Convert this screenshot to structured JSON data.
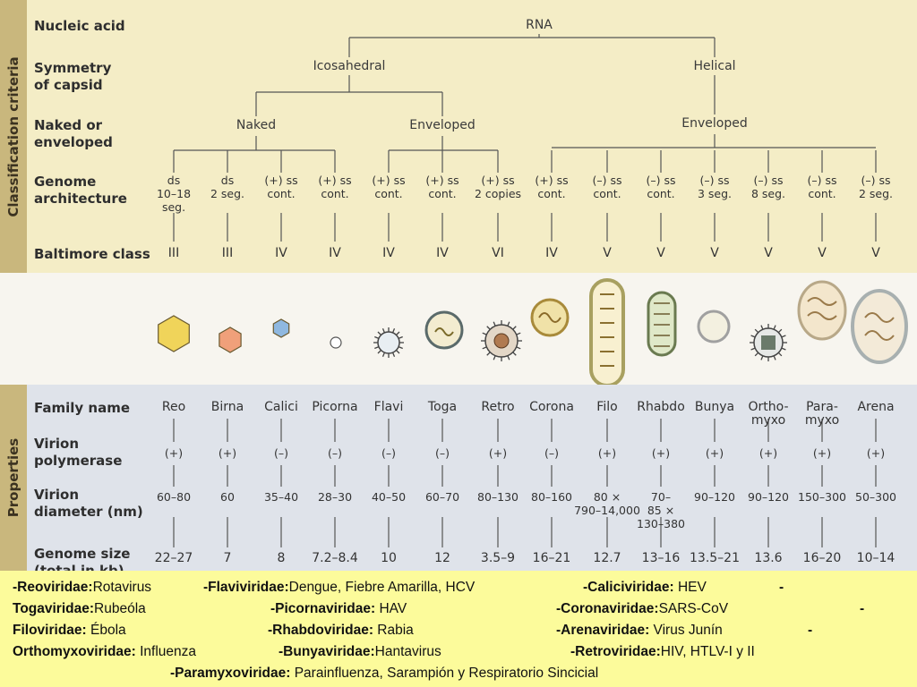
{
  "side_labels": {
    "classification": "Classification criteria",
    "properties": "Properties"
  },
  "row_labels": {
    "nucleic": "Nucleic acid",
    "symmetry": "Symmetry\nof capsid",
    "naked": "Naked or\nenveloped",
    "genome": "Genome\narchitecture",
    "baltimore": "Baltimore class",
    "family": "Family name",
    "polymerase": "Virion\npolymerase",
    "diameter": "Virion\ndiameter (nm)",
    "gsize": "Genome size\n(total in kb)"
  },
  "tree": {
    "rna": "RNA",
    "icosahedral": "Icosahedral",
    "helical": "Helical",
    "naked": "Naked",
    "enveloped_ico": "Enveloped",
    "enveloped_hel": "Enveloped"
  },
  "genome_architecture": [
    "ds\n10–18\nseg.",
    "ds\n2 seg.",
    "(+) ss\ncont.",
    "(+) ss\ncont.",
    "(+) ss\ncont.",
    "(+) ss\ncont.",
    "(+) ss\n2 copies",
    "(+) ss\ncont.",
    "(–) ss\ncont.",
    "(–) ss\ncont.",
    "(–) ss\n3 seg.",
    "(–) ss\n8 seg.",
    "(–) ss\ncont.",
    "(–) ss\n2 seg."
  ],
  "baltimore": [
    "III",
    "III",
    "IV",
    "IV",
    "IV",
    "IV",
    "VI",
    "IV",
    "V",
    "V",
    "V",
    "V",
    "V",
    "V"
  ],
  "families": [
    "Reo",
    "Birna",
    "Calici",
    "Picorna",
    "Flavi",
    "Toga",
    "Retro",
    "Corona",
    "Filo",
    "Rhabdo",
    "Bunya",
    "Ortho-\nmyxo",
    "Para-\nmyxo",
    "Arena"
  ],
  "polymerase": [
    "(+)",
    "(+)",
    "(–)",
    "(–)",
    "(–)",
    "(–)",
    "(+)",
    "(–)",
    "(+)",
    "(+)",
    "(+)",
    "(+)",
    "(+)",
    "(+)"
  ],
  "diameter": [
    "60–80",
    "60",
    "35–40",
    "28–30",
    "40–50",
    "60–70",
    "80–130",
    "80–160",
    "80 ×\n790–14,000",
    "70–\n85 ×\n130–380",
    "90–120",
    "90–120",
    "150–300",
    "50–300"
  ],
  "genome_size": [
    "22–27",
    "7",
    "8",
    "7.2–8.4",
    "10",
    "12",
    "3.5–9",
    "16–21",
    "12.7",
    "13–16",
    "13.5–21",
    "13.6",
    "16–20",
    "10–14"
  ],
  "legend": [
    {
      "name": "-Reoviridae:",
      "value": "Rotavirus"
    },
    {
      "name": "-Flaviviridae:",
      "value": "Dengue, Fiebre Amarilla, HCV"
    },
    {
      "name": "-Caliciviridae:",
      "value": " HEV"
    },
    {
      "name": "-",
      "value": ""
    },
    {
      "name": "Togaviridae:",
      "value": "Rubeóla"
    },
    {
      "name": "-Picornaviridae:",
      "value": " HAV"
    },
    {
      "name": "-Coronaviridae:",
      "value": "SARS-CoV"
    },
    {
      "name": "-",
      "value": ""
    },
    {
      "name": "Filoviridae:",
      "value": " Ébola"
    },
    {
      "name": "-Rhabdoviridae:",
      "value": " Rabia"
    },
    {
      "name": "-Arenaviridae:",
      "value": " Virus Junín"
    },
    {
      "name": "-",
      "value": ""
    },
    {
      "name": "Orthomyxoviridae:",
      "value": " Influenza"
    },
    {
      "name": "-Bunyaviridae:",
      "value": "Hantavirus"
    },
    {
      "name": "-Retroviridae:",
      "value": "HIV, HTLV-I y II"
    },
    {
      "name": "-Paramyxoviridae:",
      "value": " Parainfluenza, Sarampión y Respiratorio Sincicial"
    }
  ]
}
